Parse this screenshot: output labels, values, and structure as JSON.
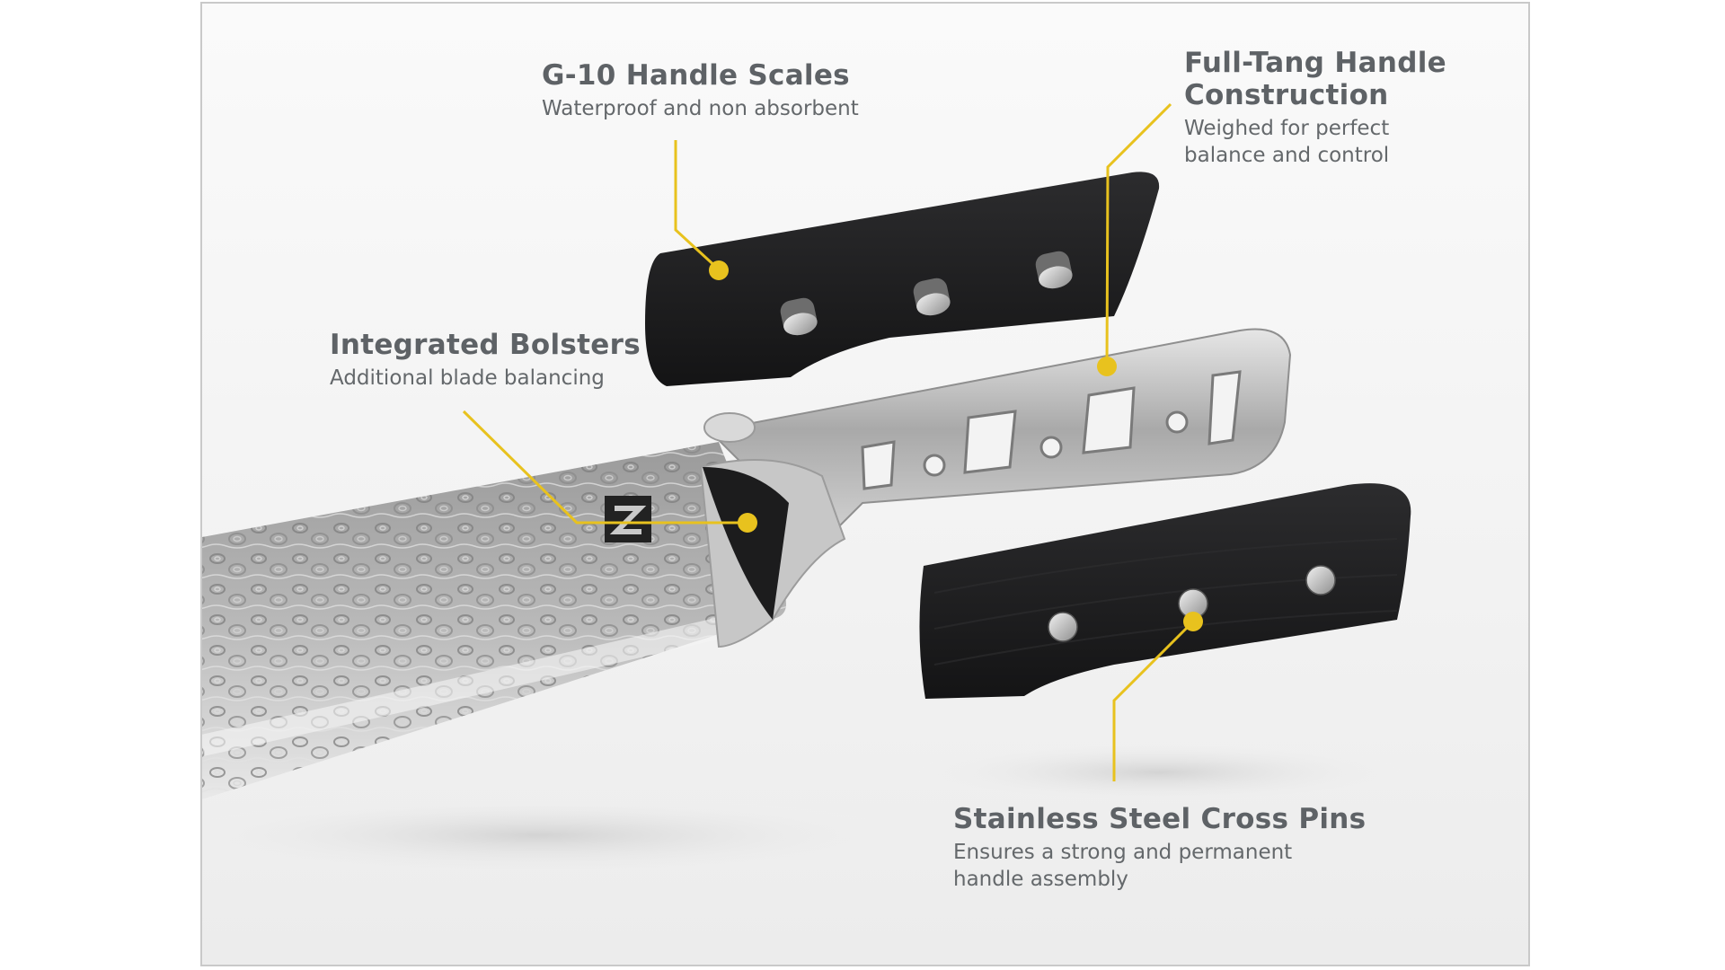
{
  "colors": {
    "accent": "#e8c21e",
    "text": "#5e6266",
    "handle": "#1f1f20",
    "steel": "#bfbfbf",
    "frame_border": "#c9c9c9"
  },
  "callouts": {
    "g10": {
      "title": "G-10 Handle Scales",
      "desc": "Waterproof and non absorbent"
    },
    "tang": {
      "title": "Full-Tang Handle\nConstruction",
      "desc": "Weighed for perfect\nbalance and control"
    },
    "bolsters": {
      "title": "Integrated Bolsters",
      "desc": "Additional blade balancing"
    },
    "pins": {
      "title": "Stainless Steel Cross Pins",
      "desc": "Ensures a strong and permanent\nhandle assembly"
    }
  },
  "icons": {
    "brand_mark": "z-logo-icon",
    "leader_dot": "callout-dot-icon"
  }
}
